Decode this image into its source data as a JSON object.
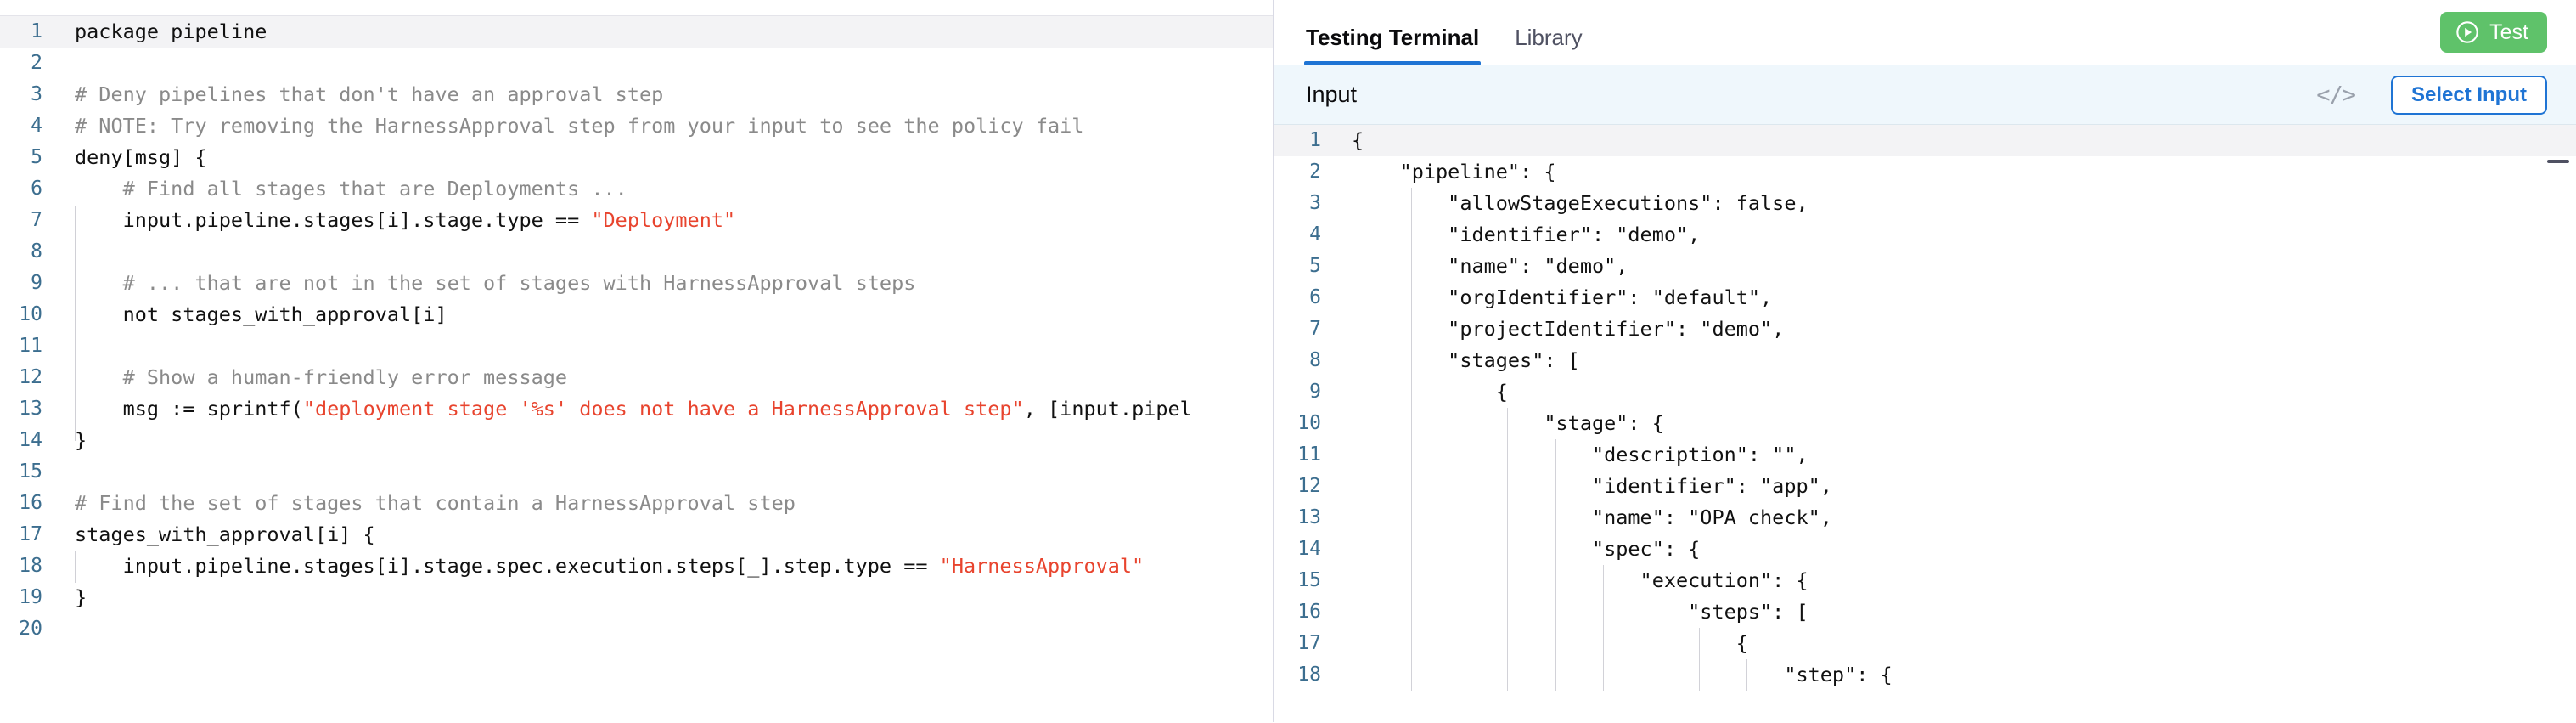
{
  "policy_editor": {
    "name": "rego-policy-editor",
    "language": "rego",
    "collapse_icon": "minimize-icon",
    "line_count": 20,
    "lines": [
      {
        "n": "1",
        "segments": [
          {
            "t": "package pipeline",
            "c": "plain"
          }
        ]
      },
      {
        "n": "2",
        "segments": []
      },
      {
        "n": "3",
        "segments": [
          {
            "t": "# Deny pipelines that don't have an approval step",
            "c": "comment"
          }
        ]
      },
      {
        "n": "4",
        "segments": [
          {
            "t": "# NOTE: Try removing the HarnessApproval step from your input to see the policy fail",
            "c": "comment"
          }
        ]
      },
      {
        "n": "5",
        "segments": [
          {
            "t": "deny[msg] {",
            "c": "plain"
          }
        ]
      },
      {
        "n": "6",
        "segments": [
          {
            "t": "    # Find all stages that are Deployments ...",
            "c": "comment"
          }
        ]
      },
      {
        "n": "7",
        "segments": [
          {
            "t": "    input.pipeline.stages[i].stage.type == ",
            "c": "plain"
          },
          {
            "t": "\"Deployment\"",
            "c": "string"
          }
        ]
      },
      {
        "n": "8",
        "segments": []
      },
      {
        "n": "9",
        "segments": [
          {
            "t": "    # ... that are not in the set of stages with HarnessApproval steps",
            "c": "comment"
          }
        ]
      },
      {
        "n": "10",
        "segments": [
          {
            "t": "    not stages_with_approval[i]",
            "c": "plain"
          }
        ]
      },
      {
        "n": "11",
        "segments": []
      },
      {
        "n": "12",
        "segments": [
          {
            "t": "    # Show a human-friendly error message",
            "c": "comment"
          }
        ]
      },
      {
        "n": "13",
        "segments": [
          {
            "t": "    msg := sprintf(",
            "c": "plain"
          },
          {
            "t": "\"deployment stage '%s' does not have a HarnessApproval step\"",
            "c": "string"
          },
          {
            "t": ", [input.pipel",
            "c": "plain"
          }
        ]
      },
      {
        "n": "14",
        "segments": [
          {
            "t": "}",
            "c": "plain"
          }
        ]
      },
      {
        "n": "15",
        "segments": []
      },
      {
        "n": "16",
        "segments": [
          {
            "t": "# Find the set of stages that contain a HarnessApproval step",
            "c": "comment"
          }
        ]
      },
      {
        "n": "17",
        "segments": [
          {
            "t": "stages_with_approval[i] {",
            "c": "plain"
          }
        ]
      },
      {
        "n": "18",
        "segments": [
          {
            "t": "    input.pipeline.stages[i].stage.spec.execution.steps[_].step.type == ",
            "c": "plain"
          },
          {
            "t": "\"HarnessApproval\"",
            "c": "string"
          }
        ]
      },
      {
        "n": "19",
        "segments": [
          {
            "t": "}",
            "c": "plain"
          }
        ]
      },
      {
        "n": "20",
        "segments": []
      }
    ]
  },
  "terminal": {
    "tabs": [
      {
        "label": "Testing Terminal",
        "active": true
      },
      {
        "label": "Library",
        "active": false
      }
    ],
    "test_button": {
      "label": "Test",
      "icon": "play-circle-icon",
      "color": "#5fc26a"
    },
    "input_panel": {
      "title": "Input",
      "code_icon": "code-brackets-icon",
      "code_icon_glyph": "</>",
      "select_input_label": "Select Input",
      "accent_color": "#1f74d4",
      "collapse_icon": "minimize-icon",
      "line_count": 18,
      "lines": [
        {
          "n": "1",
          "text": "{"
        },
        {
          "n": "2",
          "text": "    \"pipeline\": {"
        },
        {
          "n": "3",
          "text": "        \"allowStageExecutions\": false,"
        },
        {
          "n": "4",
          "text": "        \"identifier\": \"demo\","
        },
        {
          "n": "5",
          "text": "        \"name\": \"demo\","
        },
        {
          "n": "6",
          "text": "        \"orgIdentifier\": \"default\","
        },
        {
          "n": "7",
          "text": "        \"projectIdentifier\": \"demo\","
        },
        {
          "n": "8",
          "text": "        \"stages\": ["
        },
        {
          "n": "9",
          "text": "            {"
        },
        {
          "n": "10",
          "text": "                \"stage\": {"
        },
        {
          "n": "11",
          "text": "                    \"description\": \"\","
        },
        {
          "n": "12",
          "text": "                    \"identifier\": \"app\","
        },
        {
          "n": "13",
          "text": "                    \"name\": \"OPA check\","
        },
        {
          "n": "14",
          "text": "                    \"spec\": {"
        },
        {
          "n": "15",
          "text": "                        \"execution\": {"
        },
        {
          "n": "16",
          "text": "                            \"steps\": ["
        },
        {
          "n": "17",
          "text": "                                {"
        },
        {
          "n": "18",
          "text": "                                    \"step\": {"
        }
      ]
    }
  }
}
